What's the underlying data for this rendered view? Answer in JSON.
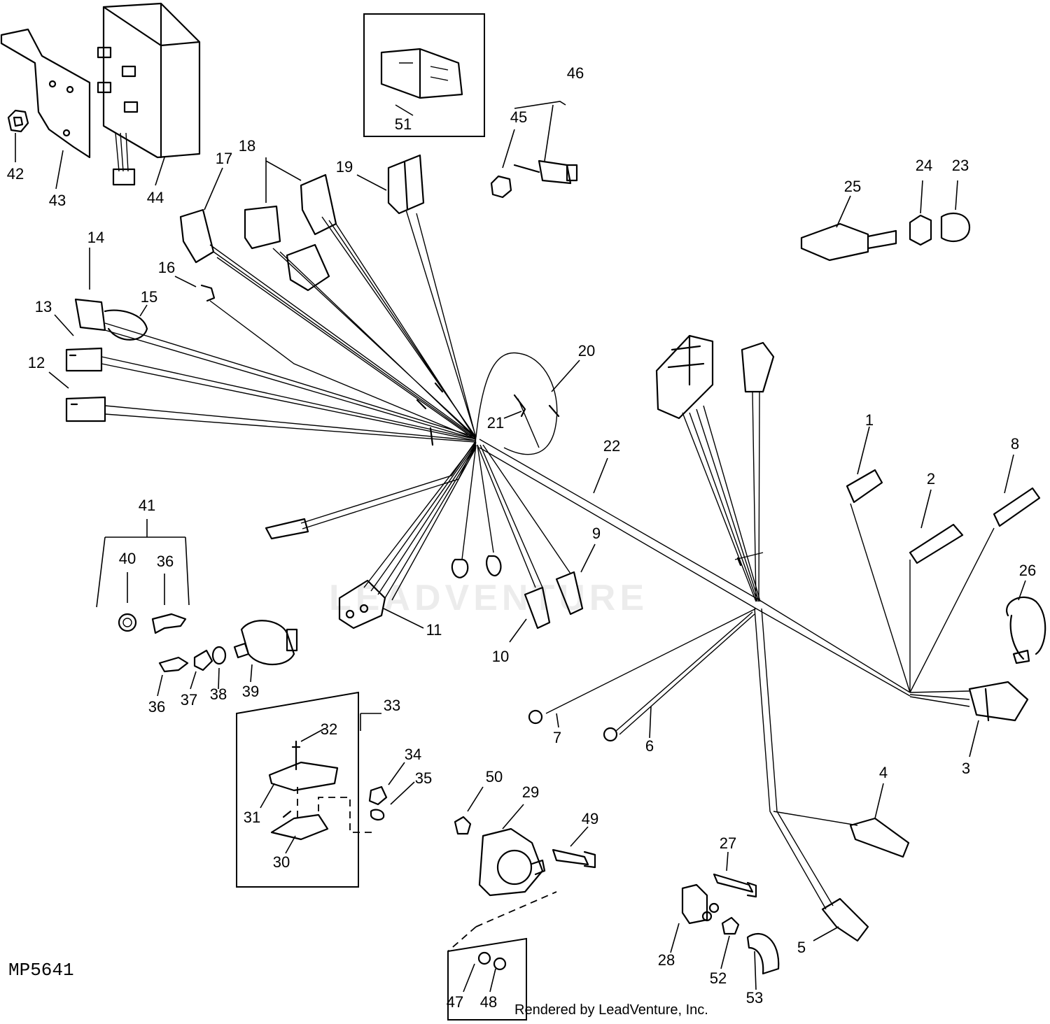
{
  "diagram": {
    "reference_code": "MP5641",
    "credit": "Rendered by LeadVenture, Inc.",
    "watermark": "LEADVENTURE",
    "callouts": [
      "1",
      "2",
      "3",
      "4",
      "5",
      "6",
      "7",
      "8",
      "9",
      "10",
      "11",
      "12",
      "13",
      "14",
      "15",
      "16",
      "17",
      "18",
      "19",
      "20",
      "21",
      "22",
      "23",
      "24",
      "25",
      "26",
      "27",
      "28",
      "29",
      "30",
      "31",
      "32",
      "33",
      "34",
      "35",
      "36",
      "36",
      "37",
      "38",
      "39",
      "40",
      "41",
      "42",
      "43",
      "44",
      "45",
      "46",
      "47",
      "48",
      "49",
      "50",
      "51",
      "52",
      "53"
    ]
  }
}
